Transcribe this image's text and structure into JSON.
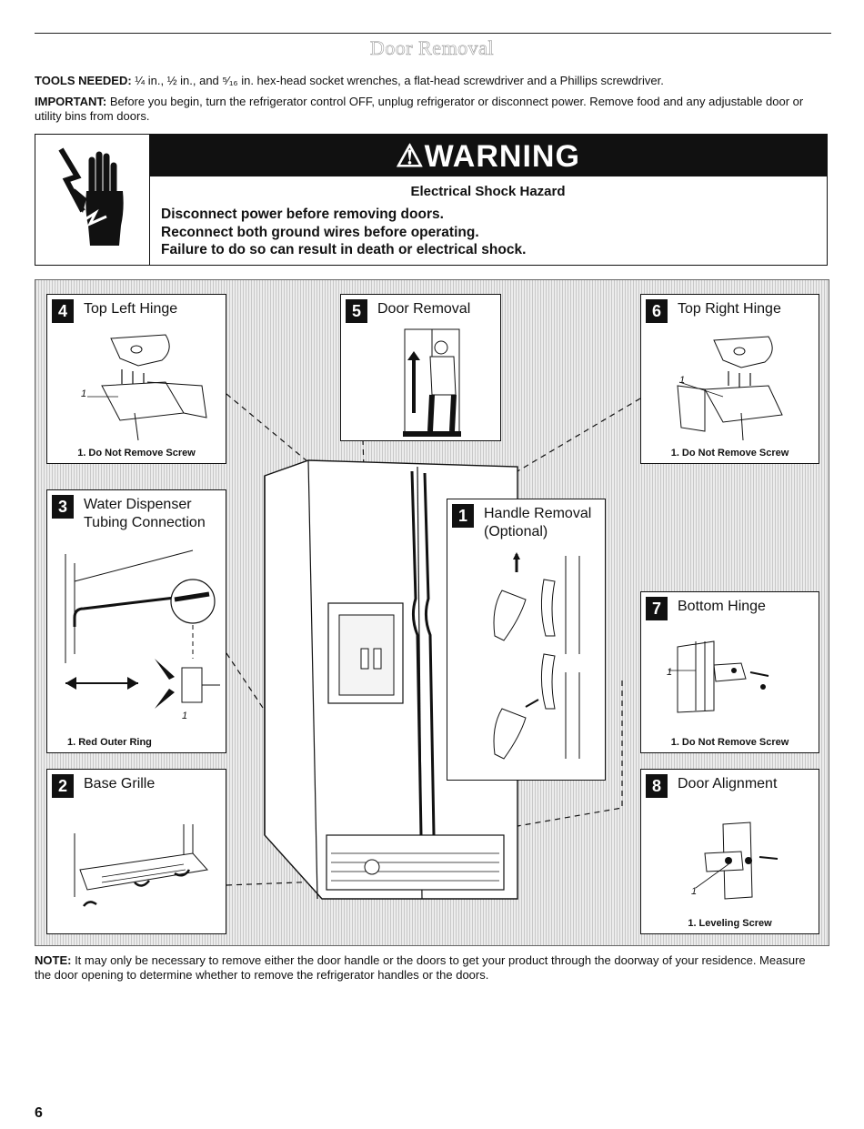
{
  "title": "Door Removal",
  "tools": {
    "label": "TOOLS NEEDED:",
    "text": " ¼ in., ½ in., and ⁵⁄₁₆ in. hex-head socket wrenches, a flat-head screwdriver and a Phillips screwdriver."
  },
  "important": {
    "label": "IMPORTANT:",
    "text": " Before you begin, turn the refrigerator control OFF, unplug refrigerator or disconnect power. Remove food and any adjustable door or utility bins from doors."
  },
  "warning": {
    "banner": "⚠WARNING",
    "subtitle": "Electrical Shock Hazard",
    "lines": [
      "Disconnect power before removing doors.",
      "Reconnect both ground wires before operating.",
      "Failure to do so can result in death or electrical shock."
    ]
  },
  "steps": [
    {
      "num": "4",
      "title": "Top Left Hinge",
      "caption": "1. Do Not Remove Screw",
      "callout": "1"
    },
    {
      "num": "5",
      "title": "Door Removal",
      "caption": "",
      "callout": ""
    },
    {
      "num": "6",
      "title": "Top Right Hinge",
      "caption": "1. Do Not Remove Screw",
      "callout": "1"
    },
    {
      "num": "3",
      "title": "Water Dispenser",
      "title2": "Tubing Connection",
      "caption": "1. Red Outer Ring",
      "callout": "1"
    },
    {
      "num": "1",
      "title": "Handle Removal",
      "title2": "(Optional)",
      "caption": "",
      "callout": ""
    },
    {
      "num": "7",
      "title": "Bottom Hinge",
      "caption": "1. Do Not Remove Screw",
      "callout": "1"
    },
    {
      "num": "2",
      "title": "Base Grille",
      "caption": "",
      "callout": ""
    },
    {
      "num": "8",
      "title": "Door Alignment",
      "caption": "1. Leveling Screw",
      "callout": "1"
    }
  ],
  "note": {
    "label": "NOTE:",
    "text": " It may only be necessary to remove either the door handle or the doors to get your product through the doorway of your residence. Measure the door opening to determine whether to remove the refrigerator handles or the doors."
  },
  "page_number": "6"
}
